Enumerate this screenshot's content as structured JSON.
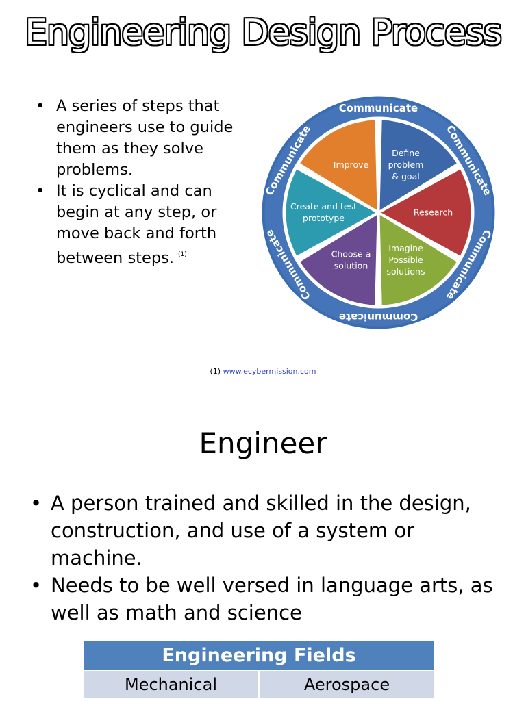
{
  "slide1": {
    "title": "Engineering Design Process",
    "bullets": [
      "A series of steps that engineers use to guide them as they solve problems.",
      "It is cyclical and can begin at any step, or move back and forth between steps."
    ],
    "bullet2_ref": "(1)",
    "cycle": {
      "ring_label": "Communicate",
      "ring_color": "#4575b8",
      "segments": [
        {
          "lines": [
            "Define",
            "problem",
            "& goal"
          ],
          "color": "#3c67a8"
        },
        {
          "lines": [
            "Research"
          ],
          "color": "#b5393a"
        },
        {
          "lines": [
            "Imagine",
            "Possible",
            "solutions"
          ],
          "color": "#8aab3b"
        },
        {
          "lines": [
            "Choose a",
            "solution"
          ],
          "color": "#6a4a91"
        },
        {
          "lines": [
            "Create and test",
            "prototype"
          ],
          "color": "#2c9bb0"
        },
        {
          "lines": [
            "Improve"
          ],
          "color": "#e27f2d"
        }
      ]
    },
    "footnote": {
      "ref": "(1)",
      "link": "www.ecybermission.com"
    }
  },
  "slide2": {
    "title": "Engineer",
    "bullets": [
      "A person trained and skilled in the design, construction, and use of a system or machine.",
      "Needs to be well versed in language arts, as well as math and science"
    ],
    "table": {
      "header": "Engineering Fields",
      "row": [
        "Mechanical",
        "Aerospace"
      ],
      "header_color": "#4f81bd",
      "row_color": "#d0d8e8"
    }
  }
}
